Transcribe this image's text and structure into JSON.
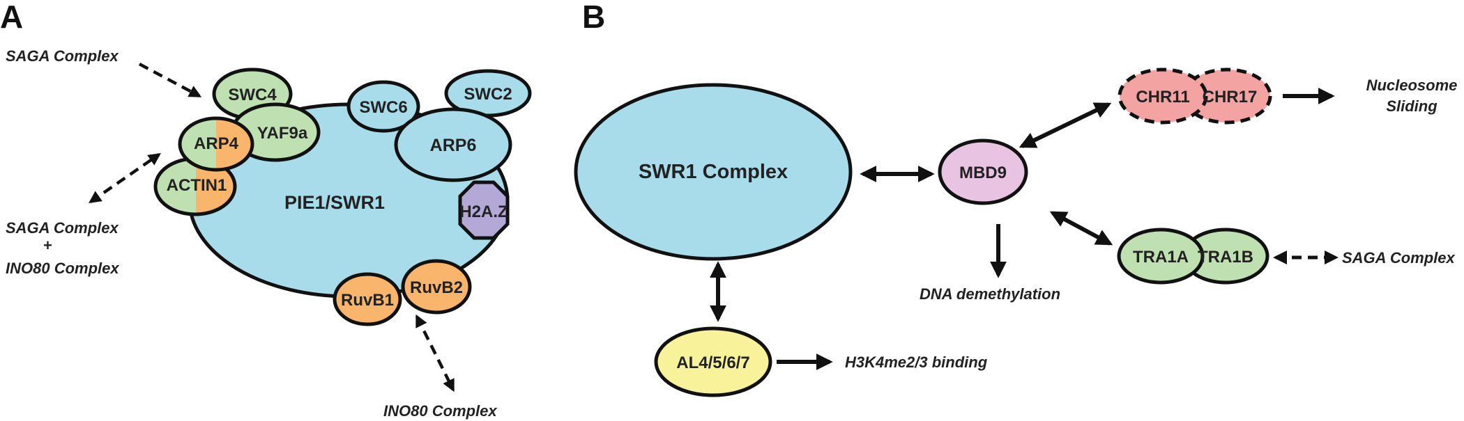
{
  "colors": {
    "blue": "#a8dcea",
    "green": "#bfe0b0",
    "orange": "#f9b56c",
    "purple": "#b3a8d6",
    "pink": "#e9c3e2",
    "red": "#f4a3a3",
    "yellow": "#f8f29a",
    "stroke": "#111111"
  },
  "panel_a": {
    "panel_label": "A",
    "core": "PIE1/SWR1",
    "subunits": {
      "swc4": "SWC4",
      "yaf9a": "YAF9a",
      "arp4": "ARP4",
      "actin1": "ACTIN1",
      "swc6": "SWC6",
      "swc2": "SWC2",
      "arp6": "ARP6",
      "h2az": "H2A.Z",
      "ruvb1": "RuvB1",
      "ruvb2": "RuvB2"
    },
    "notes": {
      "saga_top": "SAGA Complex",
      "saga_left": "SAGA Complex",
      "plus": "+",
      "ino80_left": "INO80 Complex",
      "ino80_bottom": "INO80 Complex"
    }
  },
  "panel_b": {
    "panel_label": "B",
    "swr1": "SWR1 Complex",
    "mbd9": "MBD9",
    "chr11": "CHR11",
    "chr17": "CHR17",
    "tra1a": "TRA1A",
    "tra1b": "TRA1B",
    "al": "AL4/5/6/7",
    "notes": {
      "nucleosome": "Nucleosome",
      "sliding": "Sliding",
      "dna_demethylation": "DNA demethylation",
      "saga": "SAGA Complex",
      "h3k4": "H3K4me2/3 binding"
    }
  }
}
